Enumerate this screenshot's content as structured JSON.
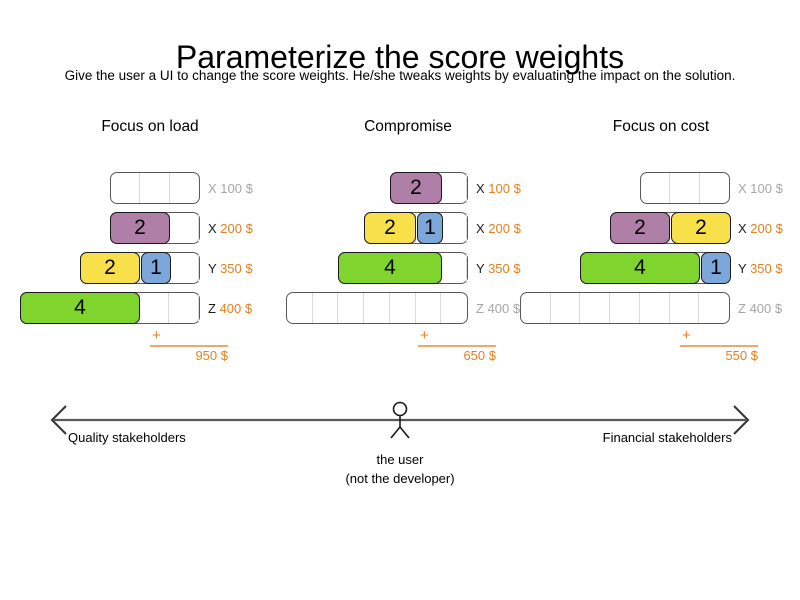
{
  "slide": {
    "title": "Parameterize the score weights",
    "subtitle": "Give the user a UI to change the score weights. He/she tweaks weights by evaluating the impact on the solution."
  },
  "colors": {
    "purple": "#b07fa8",
    "yellow": "#f7e04a",
    "blue": "#7da7d9",
    "green": "#7fd42e",
    "accent_orange": "#e3801f",
    "muted_gray": "#a6a6a6",
    "track_border": "#595959",
    "cell_divider": "#d9d9d9"
  },
  "panels": [
    {
      "title": "Focus on load",
      "rows": [
        {
          "key": "X",
          "price": "100 $",
          "muted": true,
          "cells": 3,
          "blocks": []
        },
        {
          "key": "X",
          "price": "200 $",
          "muted": false,
          "cells": 3,
          "blocks": [
            {
              "value": "2",
              "color": "purple",
              "units": 2
            }
          ]
        },
        {
          "key": "Y",
          "price": "350 $",
          "muted": false,
          "cells": 4,
          "blocks": [
            {
              "value": "2",
              "color": "yellow",
              "units": 2
            },
            {
              "value": "1",
              "color": "blue",
              "units": 1
            }
          ]
        },
        {
          "key": "Z",
          "price": "400 $",
          "muted": false,
          "cells": 6,
          "blocks": [
            {
              "value": "4",
              "color": "green",
              "units": 4
            }
          ]
        }
      ],
      "total": {
        "plus": "+",
        "sum": "950 $"
      }
    },
    {
      "title": "Compromise",
      "rows": [
        {
          "key": "X",
          "price": "100 $",
          "muted": false,
          "cells": 3,
          "blocks": [
            {
              "value": "2",
              "color": "purple",
              "units": 2
            }
          ]
        },
        {
          "key": "X",
          "price": "200 $",
          "muted": false,
          "cells": 4,
          "blocks": [
            {
              "value": "2",
              "color": "yellow",
              "units": 2
            },
            {
              "value": "1",
              "color": "blue",
              "units": 1
            }
          ]
        },
        {
          "key": "Y",
          "price": "350 $",
          "muted": false,
          "cells": 5,
          "blocks": [
            {
              "value": "4",
              "color": "green",
              "units": 4
            }
          ]
        },
        {
          "key": "Z",
          "price": "400 $",
          "muted": true,
          "cells": 7,
          "blocks": []
        }
      ],
      "total": {
        "plus": "+",
        "sum": "650 $"
      }
    },
    {
      "title": "Focus on cost",
      "rows": [
        {
          "key": "X",
          "price": "100 $",
          "muted": true,
          "cells": 3,
          "blocks": []
        },
        {
          "key": "X",
          "price": "200 $",
          "muted": false,
          "cells": 4,
          "blocks": [
            {
              "value": "2",
              "color": "purple",
              "units": 2
            },
            {
              "value": "2",
              "color": "yellow",
              "units": 2
            }
          ]
        },
        {
          "key": "Y",
          "price": "350 $",
          "muted": false,
          "cells": 5,
          "blocks": [
            {
              "value": "4",
              "color": "green",
              "units": 4
            },
            {
              "value": "1",
              "color": "blue",
              "units": 1
            }
          ]
        },
        {
          "key": "Z",
          "price": "400 $",
          "muted": true,
          "cells": 7,
          "blocks": []
        }
      ],
      "total": {
        "plus": "+",
        "sum": "550 $"
      }
    }
  ],
  "spectrum": {
    "left_label": "Quality stakeholders",
    "right_label": "Financial stakeholders",
    "user_caption_line1": "the user",
    "user_caption_line2": "(not the developer)",
    "figure_icon": "stick-figure-icon",
    "left_arrow_icon": "arrow-left-icon",
    "right_arrow_icon": "arrow-right-icon"
  }
}
